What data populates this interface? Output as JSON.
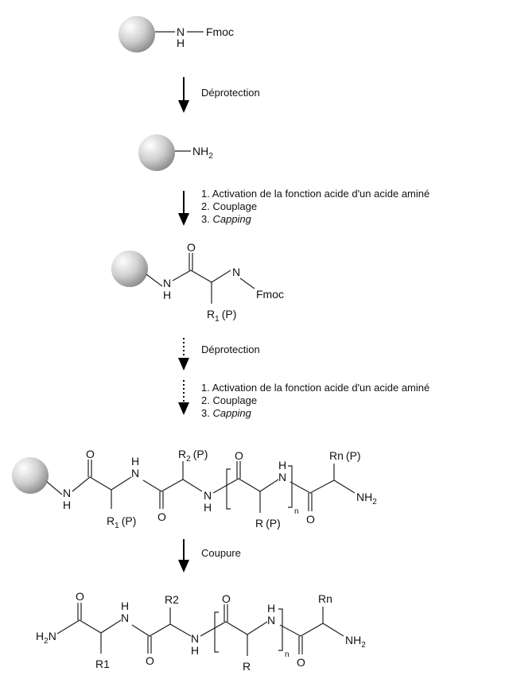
{
  "colors": {
    "bead_light": "#ffffff",
    "bead_mid": "#cfcfcf",
    "bead_dark": "#8c8c8c",
    "ink": "#111111"
  },
  "labels": {
    "h": "H",
    "nh": "N",
    "o": "O",
    "fmoc": "Fmoc",
    "nh2": "NH",
    "sub2": "2",
    "sub1": "1",
    "p": "(P)",
    "r": "R",
    "n": "n",
    "rn": "Rn",
    "r1": "R1",
    "r2": "R2",
    "h2n": "H",
    "nsub": "N"
  },
  "steps": {
    "deprotection": "Déprotection",
    "activation": "1. Activation de la fonction acide d'un acide aminé",
    "couplage": "2. Couplage",
    "capping_prefix": "3. ",
    "capping": "Capping",
    "coupure": "Coupure"
  }
}
